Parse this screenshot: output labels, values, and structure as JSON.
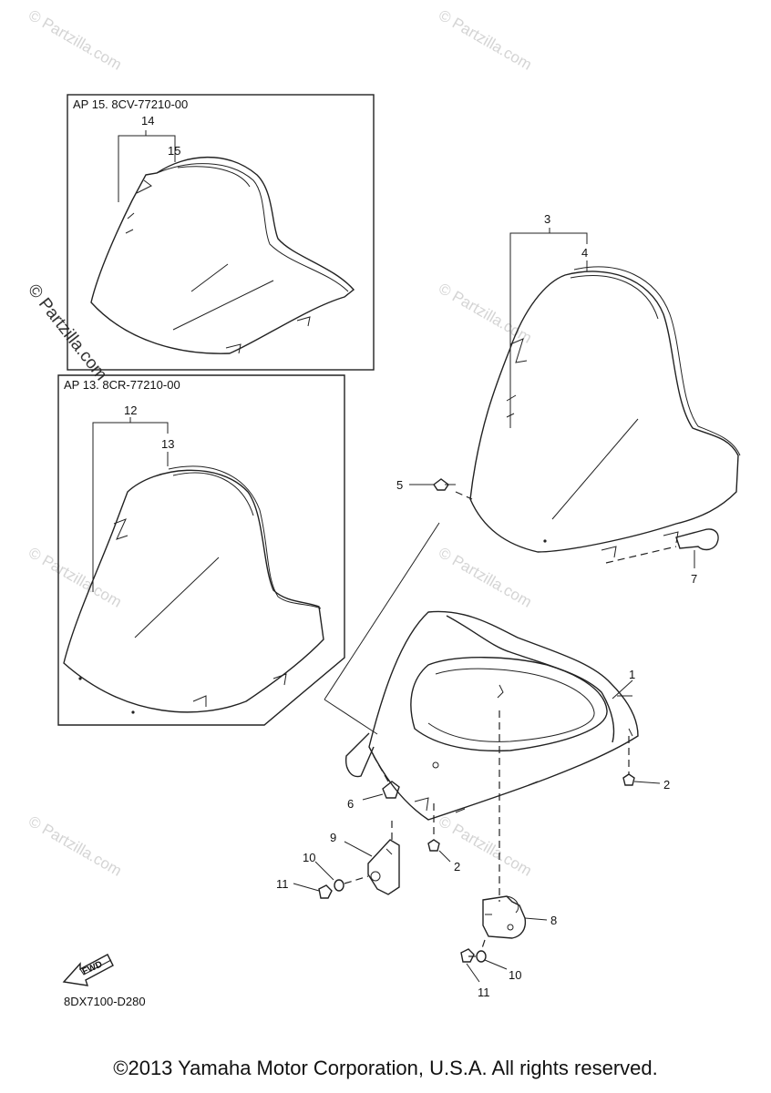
{
  "watermark_text": "© Partzilla.com",
  "inset_boxes": [
    {
      "label": "AP  15. 8CV-77210-00"
    },
    {
      "label": "AP  13. 8CR-77210-00"
    }
  ],
  "callouts": {
    "c1": "1",
    "c2a": "2",
    "c2b": "2",
    "c3": "3",
    "c4": "4",
    "c5": "5",
    "c6": "6",
    "c7": "7",
    "c8": "8",
    "c9": "9",
    "c10a": "10",
    "c10b": "10",
    "c11a": "11",
    "c11b": "11",
    "c12": "12",
    "c13": "13",
    "c14": "14",
    "c15": "15"
  },
  "fwd_label": "FWD",
  "diagram_code": "8DX7100-D280",
  "copyright": "©2013 Yamaha Motor Corporation, U.S.A. All rights reserved."
}
